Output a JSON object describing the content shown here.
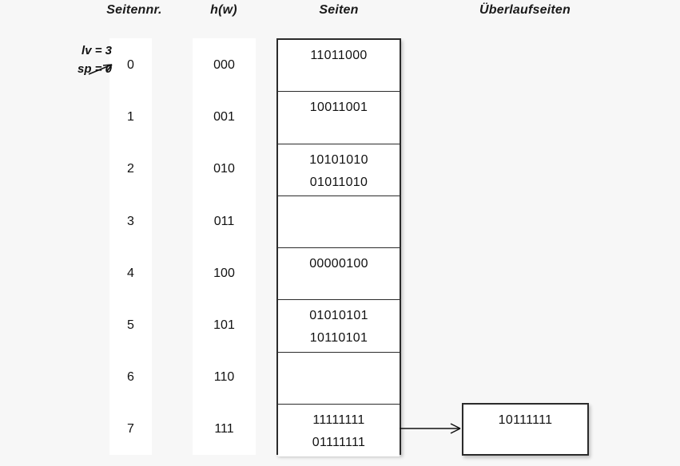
{
  "headers": {
    "page_number": "Seitennr.",
    "hash": "h(w)",
    "pages": "Seiten",
    "overflow_pages": "Überlaufseiten"
  },
  "annotation": {
    "lv": "lv = 3",
    "sp": "sp = 0"
  },
  "colors": {
    "background": "#f7f7f7",
    "strip": "#ffffff",
    "border": "#2b2b2b",
    "text": "#111111"
  },
  "rows": [
    {
      "page_number": "0",
      "hash": "000",
      "entries": [
        "11011000"
      ]
    },
    {
      "page_number": "1",
      "hash": "001",
      "entries": [
        "10011001"
      ]
    },
    {
      "page_number": "2",
      "hash": "010",
      "entries": [
        "10101010",
        "01011010"
      ]
    },
    {
      "page_number": "3",
      "hash": "011",
      "entries": []
    },
    {
      "page_number": "4",
      "hash": "100",
      "entries": [
        "00000100"
      ]
    },
    {
      "page_number": "5",
      "hash": "101",
      "entries": [
        "01010101",
        "10110101"
      ]
    },
    {
      "page_number": "6",
      "hash": "110",
      "entries": []
    },
    {
      "page_number": "7",
      "hash": "111",
      "entries": [
        "11111111",
        "01111111"
      ]
    }
  ],
  "overflow": {
    "from_row": "7",
    "entries": [
      "10111111"
    ]
  }
}
